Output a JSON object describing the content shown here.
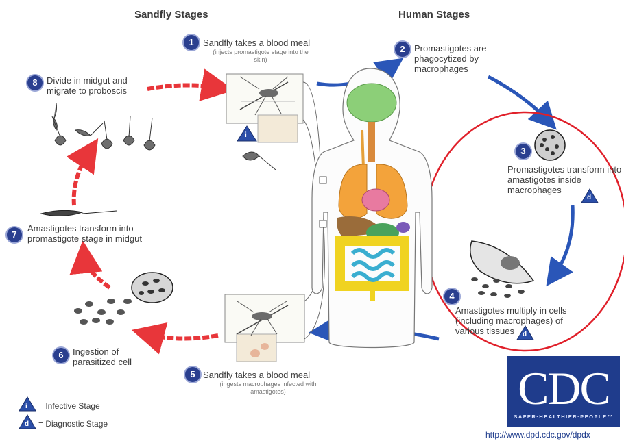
{
  "headers": {
    "sandfly": "Sandfly Stages",
    "human": "Human Stages"
  },
  "steps": [
    {
      "num": "1",
      "title": "Sandfly takes a blood meal",
      "sub": "(injects promastigote stage into the skin)"
    },
    {
      "num": "2",
      "title": "Promastigotes are phagocytized by macrophages"
    },
    {
      "num": "3",
      "title": "Promastigotes transform into amastigotes inside macrophages"
    },
    {
      "num": "4",
      "title": "Amastigotes multiply in cells (including macrophages) of various tissues"
    },
    {
      "num": "5",
      "title": "Sandfly takes a blood meal",
      "sub": "(ingests macrophages infected with amastigotes)"
    },
    {
      "num": "6",
      "title": "Ingestion of parasitized cell"
    },
    {
      "num": "7",
      "title": "Amastigotes transform into promastigote stage in midgut"
    },
    {
      "num": "8",
      "title": "Divide in midgut and migrate to proboscis"
    }
  ],
  "legend": {
    "infective_symbol": "i",
    "infective": "= Infective Stage",
    "diagnostic_symbol": "d",
    "diagnostic": "= Diagnostic Stage"
  },
  "cdc": {
    "logo_text": "CDC",
    "tagline": "SAFER·HEALTHIER·PEOPLE™",
    "url": "http://www.dpd.cdc.gov/dpdx"
  },
  "colors": {
    "red_arrow": "#e8363a",
    "blue_arrow": "#2a56b8",
    "highlight_circle": "#e0202a",
    "number_badge": "#2a3f8f"
  }
}
